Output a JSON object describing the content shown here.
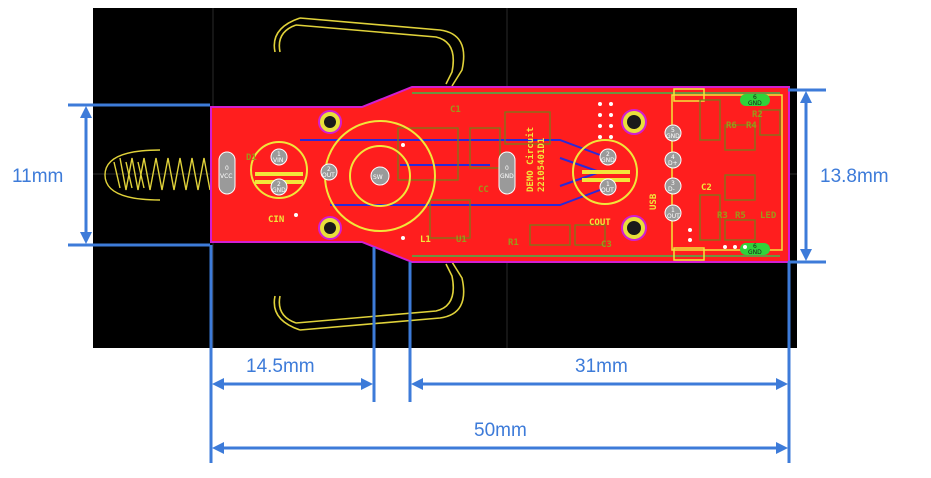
{
  "dimensions": {
    "height_left": "11mm",
    "height_right": "13.8mm",
    "len_a": "14.5mm",
    "len_b": "31mm",
    "len_total": "50mm"
  },
  "board": {
    "title_line1": "DEMO Circuit",
    "title_line2": "22105401D1",
    "cin": "CIN",
    "cout": "COUT",
    "usb": "USB",
    "l1": "L1",
    "c1": "C1",
    "c2": "C2",
    "c3": "C3",
    "cc": "CC",
    "r1": "R1",
    "r2": "R2",
    "r3": "R3",
    "r4": "R4",
    "r5": "R5",
    "r6": "R6",
    "u1": "U1",
    "led": "LED",
    "d1": "D1"
  },
  "pads": {
    "vcc_num": "0",
    "vcc_name": "VCC",
    "gnd0_num": "0",
    "gnd0_name": "GND",
    "sw_name": "SW",
    "p1_num": "1",
    "p1_name": "VIN",
    "p2_num": "2",
    "p2_name": "GND",
    "p3_num": "2",
    "p3_name": "OUT",
    "p4_num": "2",
    "p4_name": "GND",
    "p5_num": "1",
    "p5_name": "OUT",
    "u5_num": "5",
    "u5_name": "GND",
    "u4_num": "4",
    "u4_name": "D+",
    "u3_num": "3",
    "u3_name": "D-",
    "u1_num": "1",
    "u1_name": "OUT",
    "top_gnd_num": "6",
    "top_gnd_name": "GND",
    "bot_gnd_num": "6",
    "bot_gnd_name": "GND"
  },
  "colors": {
    "dimension": "#3d7bd9",
    "copper": "#ff1e1e",
    "silkscreen": "#f2e63a",
    "background": "#000000",
    "outline": "#d21ed2"
  }
}
